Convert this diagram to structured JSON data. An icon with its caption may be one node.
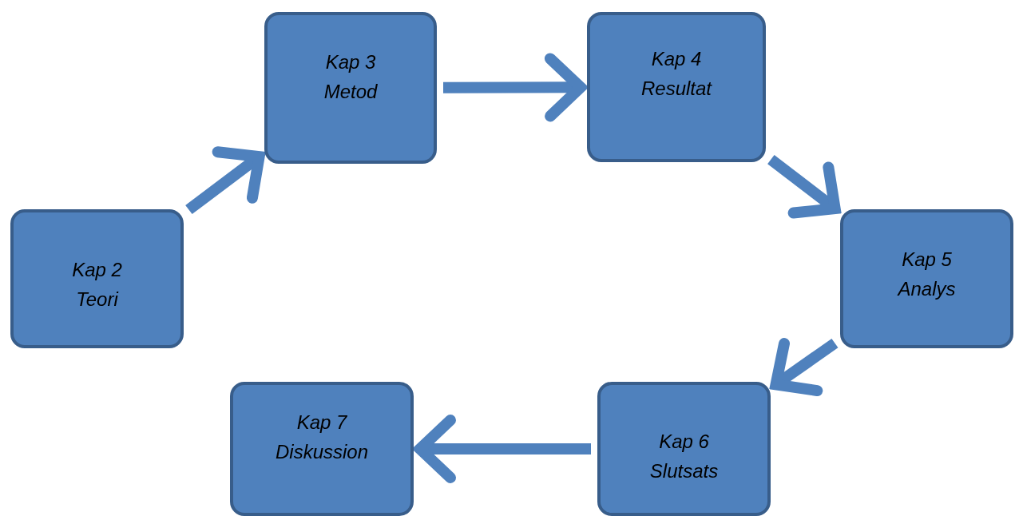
{
  "diagram": {
    "nodes": [
      {
        "text": [
          "Kap 2",
          "Teori"
        ]
      },
      {
        "text": [
          "Kap 3",
          "Metod"
        ]
      },
      {
        "text": [
          "Kap 4",
          "Resultat"
        ]
      },
      {
        "text": [
          "Kap 5",
          "Analys"
        ]
      },
      {
        "text": [
          "Kap 6",
          "Slutsats"
        ]
      },
      {
        "text": [
          "Kap 7",
          "Diskussion"
        ]
      }
    ],
    "edges": [
      {
        "from": 0,
        "to": 1,
        "arrow": "to"
      },
      {
        "from": 1,
        "to": 2,
        "arrow": "to"
      },
      {
        "from": 2,
        "to": 3,
        "arrow": "to"
      },
      {
        "from": 3,
        "to": 4,
        "arrow": "to"
      },
      {
        "from": 4,
        "to": 5,
        "arrow": "to"
      }
    ]
  }
}
